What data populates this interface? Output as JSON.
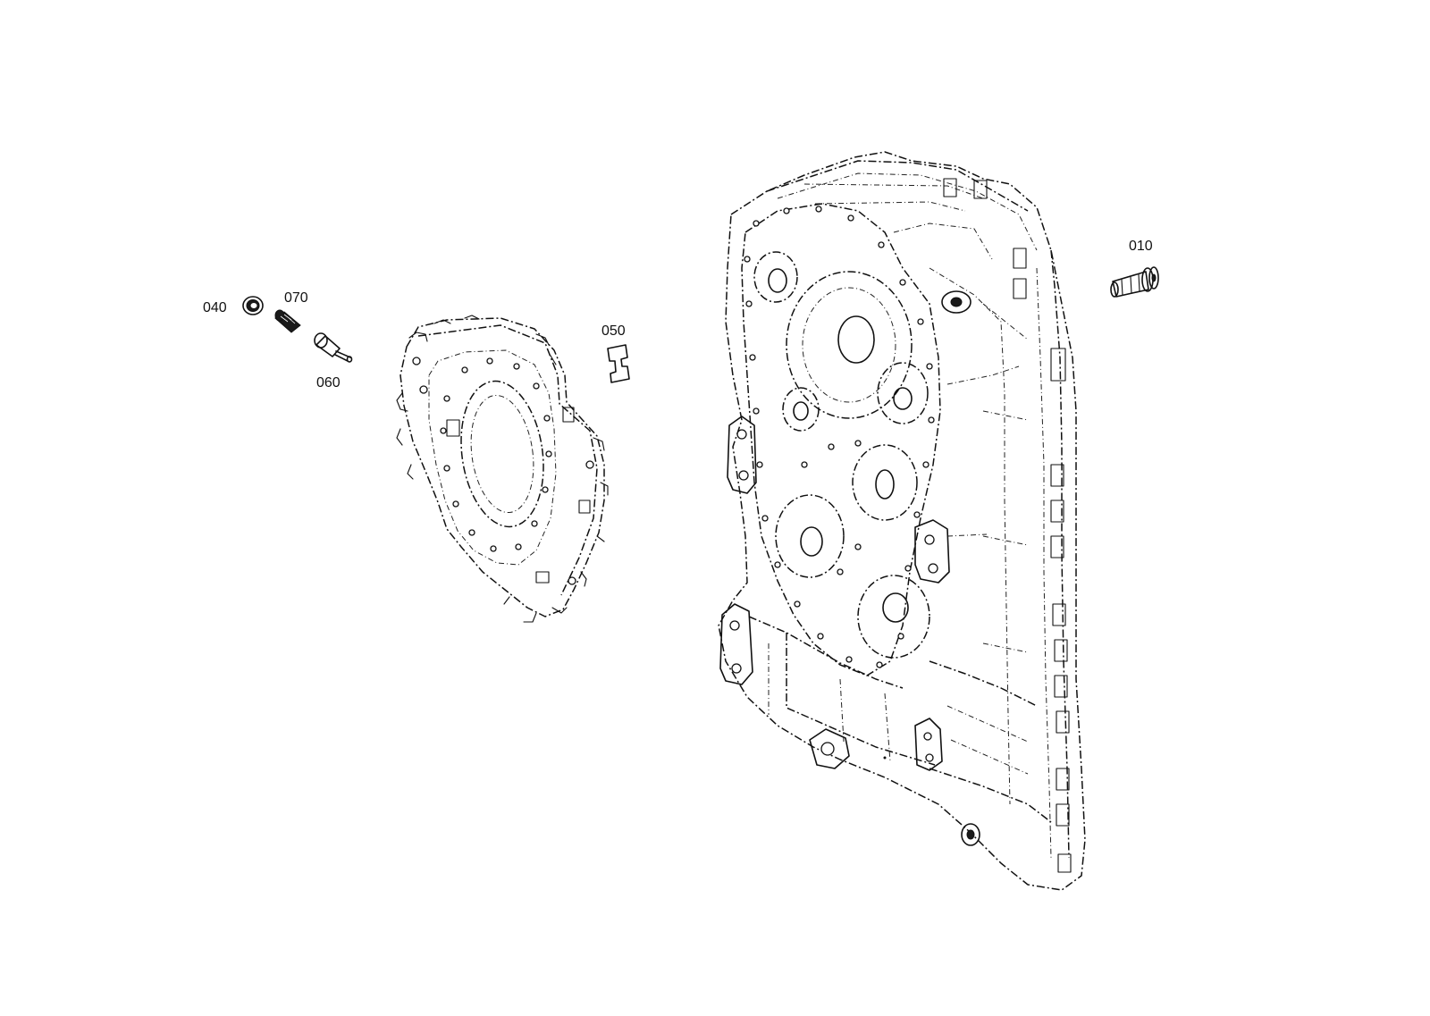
{
  "diagram": {
    "parts": [
      {
        "id": "part-010",
        "label": "010",
        "name": "breather-plug"
      },
      {
        "id": "part-040",
        "label": "040",
        "name": "seal-ring"
      },
      {
        "id": "part-050",
        "label": "050",
        "name": "bracket-clip"
      },
      {
        "id": "part-060",
        "label": "060",
        "name": "pin"
      },
      {
        "id": "part-070",
        "label": "070",
        "name": "threaded-insert"
      }
    ],
    "assemblies": [
      "cover-plate",
      "transmission-housing"
    ]
  }
}
